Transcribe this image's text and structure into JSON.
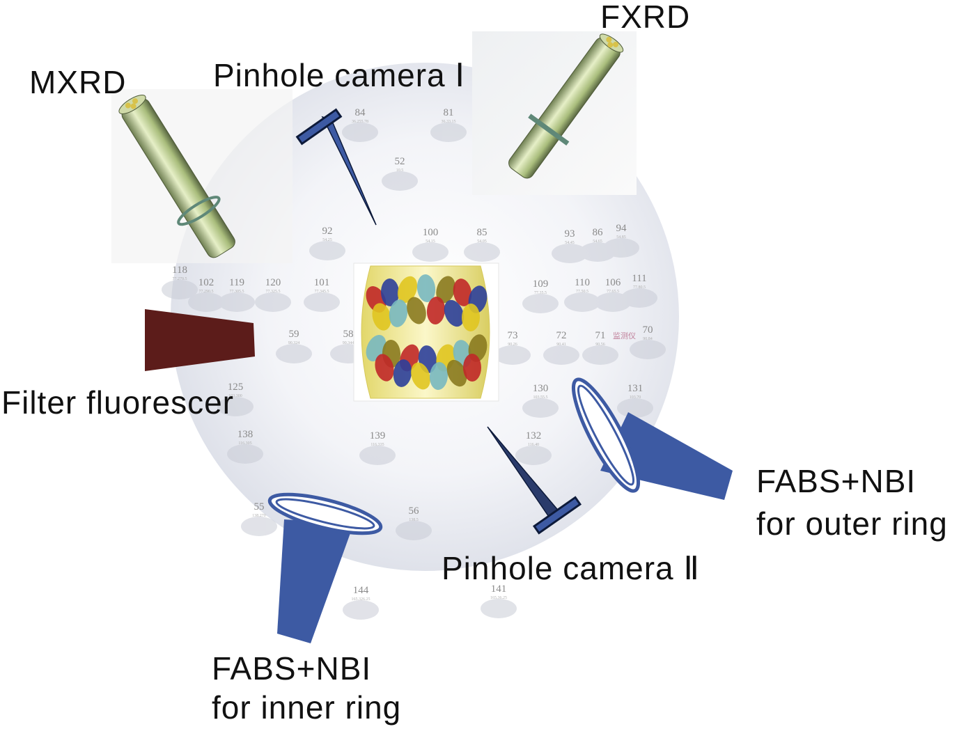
{
  "labels": {
    "mxrd": "MXRD",
    "fxrd": "FXRD",
    "pinhole1": "Pinhole camera Ⅰ",
    "pinhole2": "Pinhole camera Ⅱ",
    "filter": "Filter fluorescer",
    "fabs_outer_1": "FABS+NBI",
    "fabs_outer_2": "for outer ring",
    "fabs_inner_1": "FABS+NBI",
    "fabs_inner_2": "for inner ring"
  },
  "ports": [
    {
      "id": "84",
      "sub": "36.255.78"
    },
    {
      "id": "81",
      "sub": "36.33.15"
    },
    {
      "id": "52",
      "sub": "10.5"
    },
    {
      "id": "92",
      "sub": "54.25"
    },
    {
      "id": "100",
      "sub": "54.15"
    },
    {
      "id": "85",
      "sub": "54.05"
    },
    {
      "id": "93",
      "sub": "54.45"
    },
    {
      "id": "86",
      "sub": "54.65"
    },
    {
      "id": "94",
      "sub": "54.85"
    },
    {
      "id": "118",
      "sub": "77.279.5"
    },
    {
      "id": "102",
      "sub": "77.290.5"
    },
    {
      "id": "119",
      "sub": "77.305.5"
    },
    {
      "id": "120",
      "sub": "77.325.5"
    },
    {
      "id": "101",
      "sub": "77.345.5"
    },
    {
      "id": "109",
      "sub": "77.35.5"
    },
    {
      "id": "110",
      "sub": "77.50.5"
    },
    {
      "id": "106",
      "sub": "77.65.5"
    },
    {
      "id": "111",
      "sub": "77.80.5"
    },
    {
      "id": "59",
      "sub": "90.324"
    },
    {
      "id": "58",
      "sub": "90.344"
    },
    {
      "id": "73",
      "sub": "90.26"
    },
    {
      "id": "72",
      "sub": "90.41"
    },
    {
      "id": "71",
      "sub": "90.56"
    },
    {
      "id": "70",
      "sub": "90.84"
    },
    {
      "id": "125",
      "sub": "103.300"
    },
    {
      "id": "130",
      "sub": "103.55.5"
    },
    {
      "id": "131",
      "sub": "103.70"
    },
    {
      "id": "138",
      "sub": "116.305"
    },
    {
      "id": "139",
      "sub": "116.335"
    },
    {
      "id": "132",
      "sub": "116.40"
    },
    {
      "id": "55",
      "sub": "138.270"
    },
    {
      "id": "56",
      "sub": "138.5"
    },
    {
      "id": "144",
      "sub": "165.326.25"
    },
    {
      "id": "141",
      "sub": "165.36.25"
    }
  ],
  "annotation_cjk": "监测仪",
  "colors": {
    "probe_blue": "#3d5aa3",
    "filter_brown": "#5c1c1a",
    "detector_green": "#a8c07a",
    "capsule_yellow": "#f2ec90",
    "beam_red": "#c02828"
  }
}
